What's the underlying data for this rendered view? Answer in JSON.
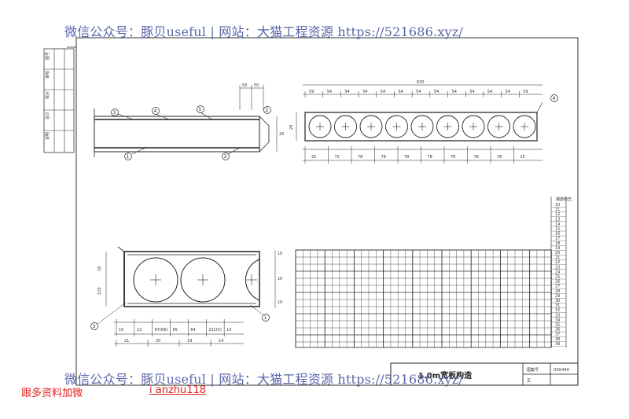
{
  "watermark": {
    "line": "微信公众号：豚贝useful | 网站：大猫工程资源 https://521686.xyz/"
  },
  "notes": {
    "left": "跟多资料加微",
    "right": "i anzhu118"
  },
  "drawing": {
    "plan_dims": {
      "total": "630",
      "top_row": [
        "59",
        "54",
        "54",
        "54",
        "54",
        "54",
        "54",
        "54",
        "54",
        "54",
        "54",
        "54",
        "59"
      ],
      "bottom_row": [
        "25",
        "72",
        "78",
        "78",
        "78",
        "78",
        "78",
        "78",
        "78",
        "25"
      ]
    },
    "small_dims": [
      "50",
      "50"
    ],
    "side_height": "20",
    "callouts": [
      "1",
      "2",
      "3",
      "4",
      "5"
    ],
    "section_dims": {
      "bottom": [
        "15",
        "13",
        "67(66)",
        "65",
        "64",
        "22(23)",
        "15"
      ],
      "bottom2": [
        "21",
        "20",
        "19",
        "14"
      ],
      "left": [
        "18",
        "120"
      ],
      "right": [
        "10",
        "10",
        "10"
      ]
    },
    "table_header": "钢筋标志",
    "table_rows": [
      "10",
      "11",
      "12",
      "13",
      "14",
      "15",
      "16",
      "17",
      "18",
      "19",
      "20",
      "21",
      "22",
      "23",
      "24",
      "25",
      "26",
      "27",
      "28",
      "29",
      "30",
      "31",
      "32",
      "33",
      "34",
      "35",
      "36",
      "37",
      "38",
      "39"
    ],
    "title_block": {
      "title": "1.0m宽板构造",
      "atlas_label": "图集号",
      "atlas_code": "03G440",
      "page_label": "页"
    },
    "left_strip": [
      "审核",
      "校对",
      "设计",
      "说明",
      "图号"
    ]
  }
}
